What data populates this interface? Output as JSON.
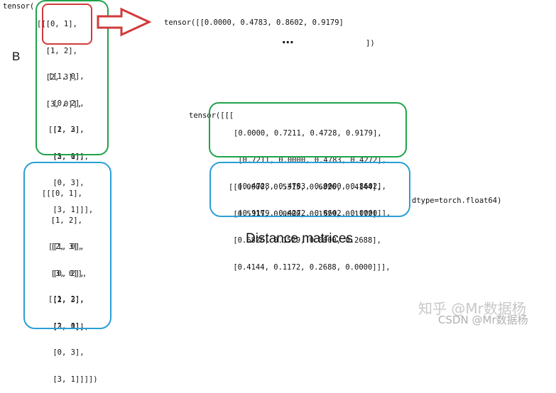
{
  "tensor_b": {
    "label": "B",
    "prefix": "tensor(",
    "block1_lines": [
      "[[[0, 1],",
      "  [1, 2],",
      "  [2, 3],",
      "  [3, 0]],"
    ],
    "block2_lines": [
      "[[1, 0],",
      " [0, 2],",
      " [2, 3],",
      " [3, 1]],"
    ],
    "block3_lines": [
      "[[1, 2],",
      " [2, 0],",
      " [0, 3],",
      " [3, 1]]],"
    ]
  },
  "tensor_b2": {
    "block1_lines": [
      "[[[0, 1],",
      "  [1, 2],",
      "  [2, 3],",
      "  [3, 0]],"
    ],
    "block2_lines": [
      "[[1, 0],",
      " [0, 2],",
      " [2, 3],",
      " [3, 1]],"
    ],
    "block3_lines": [
      "[[1, 2],",
      " [2, 0],",
      " [0, 3],",
      " [3, 1]]]])"
    ]
  },
  "top_result": {
    "line": "tensor([[0.0000, 0.4783, 0.8602, 0.9179]",
    "ellipsis": "...",
    "closing": "])"
  },
  "distance": {
    "prefix": "tensor([[[",
    "block1_lines": [
      "[0.0000, 0.7211, 0.4728, 0.9179],",
      " [0.7211, 0.0000, 0.4783, 0.4272],",
      " [0.4728, 0.4783, 0.0000, 0.8602],",
      " [0.9179, 0.4272, 0.8602, 0.0000]],"
    ],
    "block2_lines": [
      "[[0.0000, 0.5315, 0.6826, 0.4144],",
      " [0.5315, 0.0000, 0.1529, 0.1172],",
      " [0.6826, 0.1529, 0.0000, 0.2688],",
      " [0.4144, 0.1172, 0.2688, 0.0000]]],"
    ],
    "dtype": "dtype=torch.float64)",
    "caption": "Distance matrices"
  },
  "watermark": {
    "zhihu": "知乎 @Mr数据杨",
    "csdn": "CSDN @Mr数据杨"
  },
  "colors": {
    "green": "#1fa34a",
    "red": "#d23a3a",
    "blue": "#2a9fd6"
  }
}
